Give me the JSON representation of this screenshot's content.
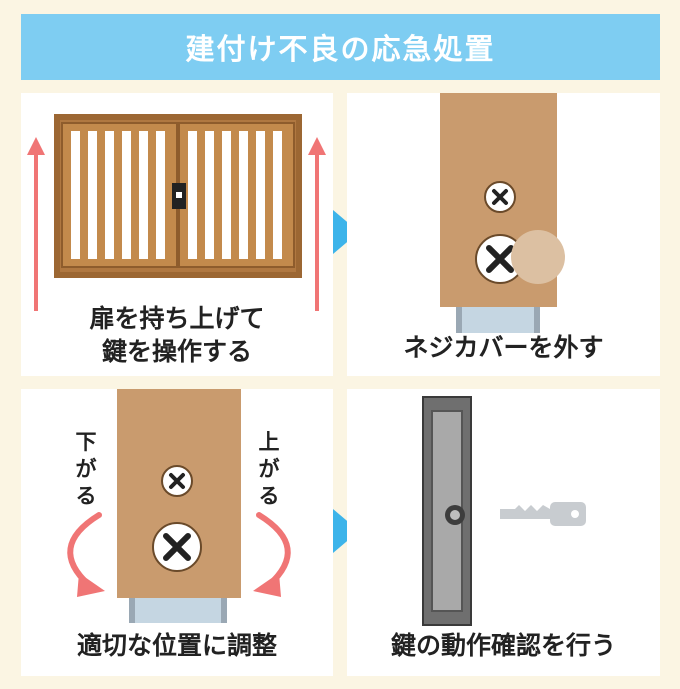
{
  "title": "建付け不良の応急処置",
  "steps": [
    {
      "caption_line1": "扉を持ち上げて",
      "caption_line2": "鍵を操作する"
    },
    {
      "caption_line1": "ネジカバーを外す"
    },
    {
      "caption_line1": "適切な位置に調整",
      "label_down": "下がる",
      "label_up": "上がる"
    },
    {
      "caption_line1": "鍵の動作確認を行う"
    }
  ],
  "colors": {
    "banner": "#7ecdf2",
    "background": "#fbf5e3",
    "arrow_blue": "#3db4ea",
    "arrow_red": "#f07575",
    "door": "#c99b6e",
    "window_frame": "#9c6733"
  }
}
